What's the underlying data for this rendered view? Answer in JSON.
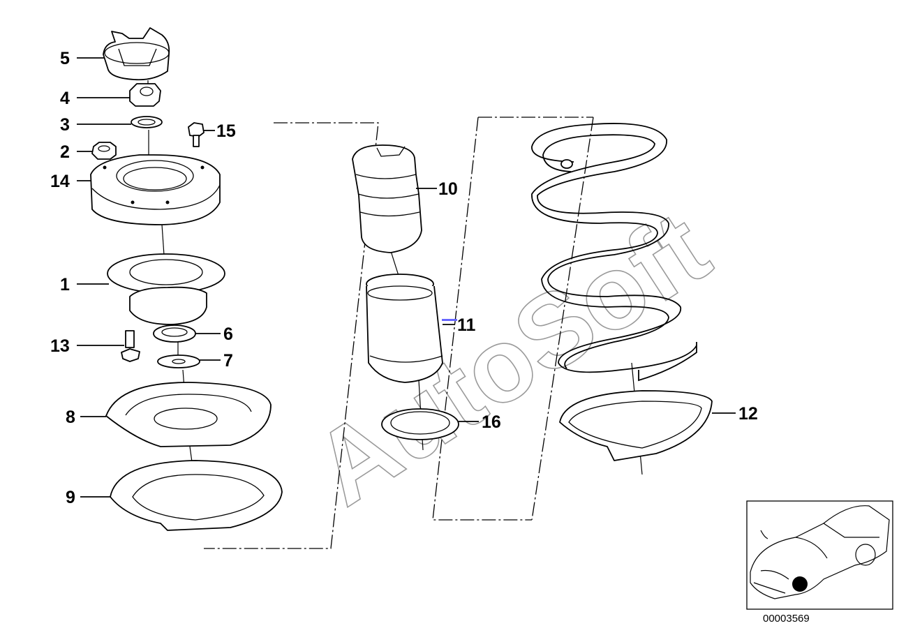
{
  "diagram_id": "00003569",
  "watermark": "AutoSoft",
  "callouts": [
    {
      "id": "c1",
      "label": "1"
    },
    {
      "id": "c2",
      "label": "2"
    },
    {
      "id": "c3",
      "label": "3"
    },
    {
      "id": "c4",
      "label": "4"
    },
    {
      "id": "c5",
      "label": "5"
    },
    {
      "id": "c6",
      "label": "6"
    },
    {
      "id": "c7",
      "label": "7"
    },
    {
      "id": "c8",
      "label": "8"
    },
    {
      "id": "c9",
      "label": "9"
    },
    {
      "id": "c10",
      "label": "10"
    },
    {
      "id": "c11",
      "label": "11"
    },
    {
      "id": "c12",
      "label": "12"
    },
    {
      "id": "c13",
      "label": "13"
    },
    {
      "id": "c14",
      "label": "14"
    },
    {
      "id": "c15",
      "label": "15"
    },
    {
      "id": "c16",
      "label": "16"
    }
  ],
  "colors": {
    "line": "#000000",
    "watermark": "#9a9a9a",
    "marker": "#000000",
    "accent": "#6666ff"
  }
}
